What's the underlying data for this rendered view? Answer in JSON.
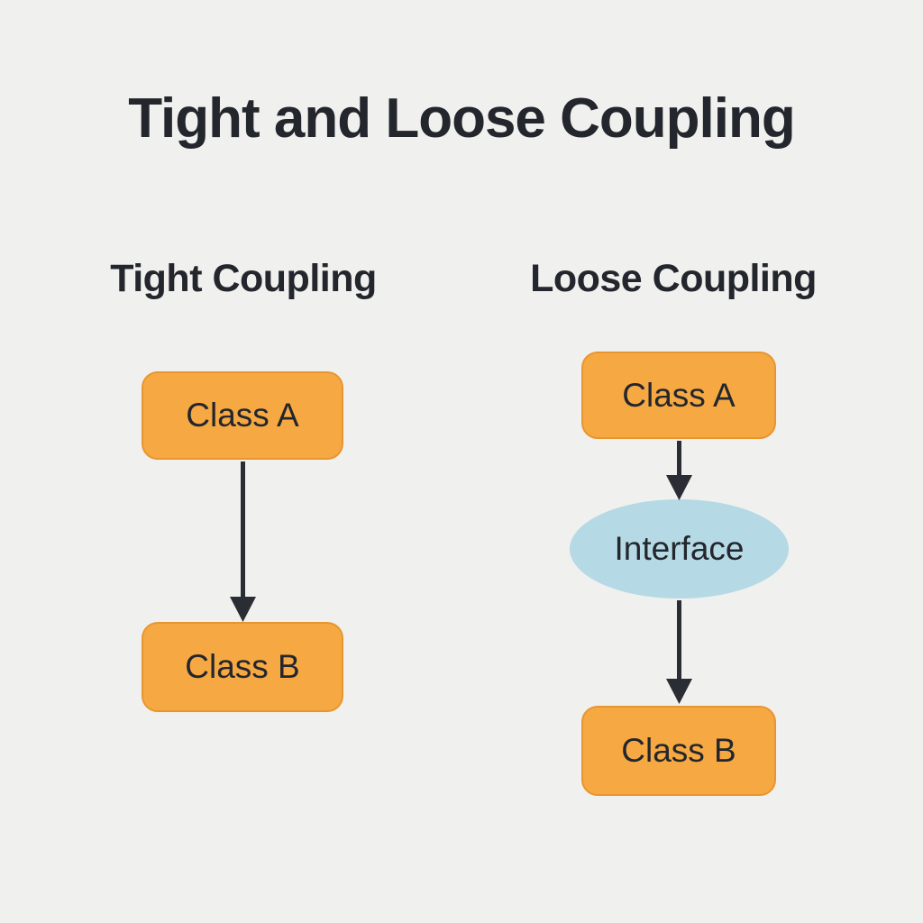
{
  "title": "Tight and Loose Coupling",
  "colors": {
    "background": "#f0f0ee",
    "node-fill": "#f6a843",
    "node-border": "#e9952f",
    "text": "#23262c",
    "arrow": "#2a2d33",
    "interface-fill": "#b5d9e5"
  },
  "diagrams": [
    {
      "heading": "Tight Coupling",
      "nodes": [
        {
          "label": "Class A"
        },
        {
          "label": "Class B"
        }
      ]
    },
    {
      "heading": "Loose Coupling",
      "nodes": [
        {
          "label": "Class A"
        },
        {
          "label": "Interface"
        },
        {
          "label": "Class B"
        }
      ]
    }
  ]
}
